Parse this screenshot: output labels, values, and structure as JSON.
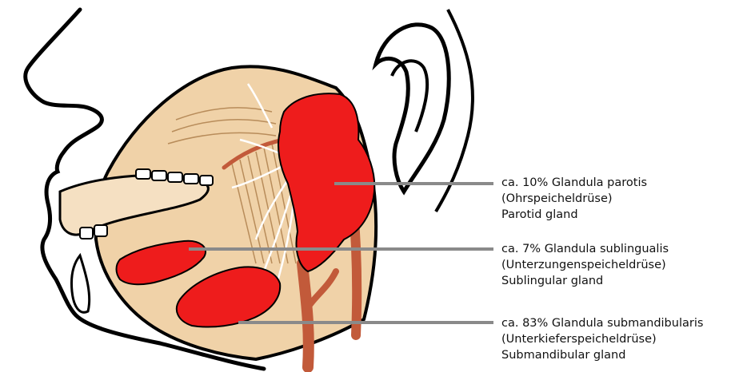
{
  "colors": {
    "gland": "#ee1c1c",
    "skin": "#f3d9b3",
    "muscle": "#e6c79e",
    "vessel": "#cf6a4a",
    "outline": "#000000",
    "leader": "#8a8a8a"
  },
  "labels": [
    {
      "id": "parotis",
      "line1": "ca. 10% Glandula parotis",
      "line2": "(Ohrspeicheldrüse)",
      "line3": "Parotid gland"
    },
    {
      "id": "sublingualis",
      "line1": "ca. 7% Glandula sublingualis",
      "line2": "(Unterzungenspeicheldrüse)",
      "line3": "Sublingular gland"
    },
    {
      "id": "submandibularis",
      "line1": "ca. 83% Glandula submandibularis",
      "line2": "(Unterkieferspeicheldrüse)",
      "line3": "Submandibular gland"
    }
  ]
}
